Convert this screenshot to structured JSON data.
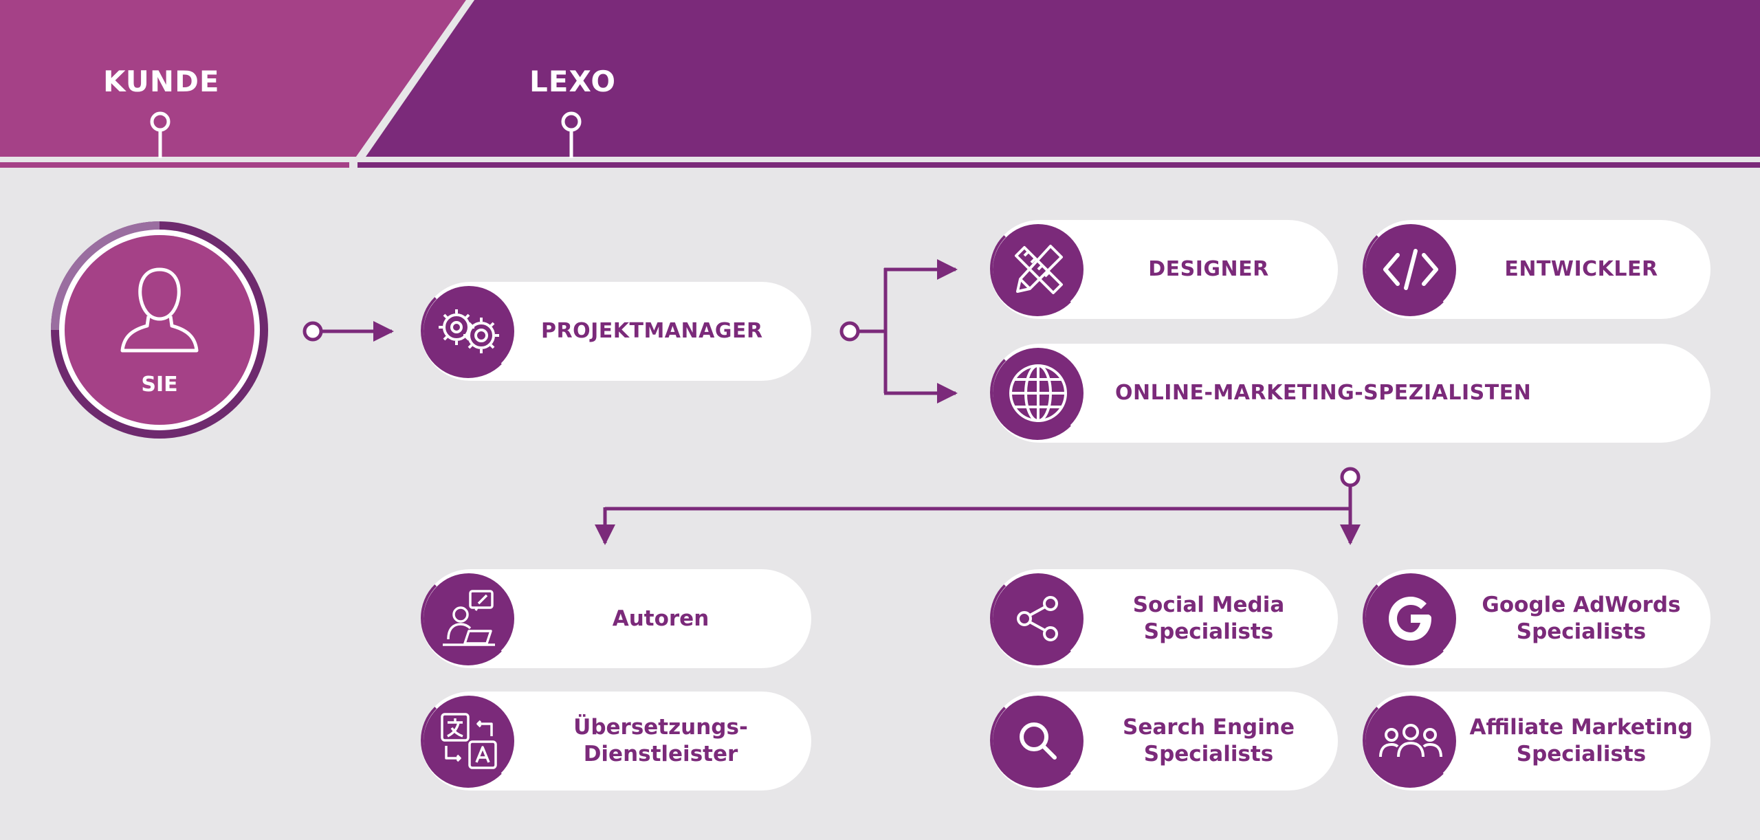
{
  "header": {
    "kunde_label": "KUNDE",
    "lexo_label": "LEXO"
  },
  "colors": {
    "primary": "#7b2a7a",
    "kunde_band": "#a54187",
    "background": "#e7e6e8",
    "card": "#ffffff"
  },
  "nodes": {
    "sie": {
      "label": "SIE",
      "icon": "user-icon"
    },
    "projektmanager": {
      "label": "PROJEKTMANAGER",
      "icon": "gears-icon"
    },
    "designer": {
      "label": "DESIGNER",
      "icon": "pencil-ruler-icon"
    },
    "entwickler": {
      "label": "ENTWICKLER",
      "icon": "code-icon"
    },
    "online_marketing": {
      "label": "ONLINE-MARKETING-SPEZIALISTEN",
      "icon": "globe-icon"
    },
    "autoren": {
      "label": "Autoren",
      "icon": "writer-icon"
    },
    "uebersetzung": {
      "line1": "Übersetzungs-",
      "line2": "Dienstleister",
      "icon": "translate-icon"
    },
    "social_media": {
      "line1": "Social Media",
      "line2": "Specialists",
      "icon": "share-icon"
    },
    "google_adwords": {
      "line1": "Google AdWords",
      "line2": "Specialists",
      "icon": "google-icon"
    },
    "search_engine": {
      "line1": "Search Engine",
      "line2": "Specialists",
      "icon": "search-icon"
    },
    "affiliate": {
      "line1": "Affiliate Marketing",
      "line2": "Specialists",
      "icon": "group-icon"
    }
  }
}
